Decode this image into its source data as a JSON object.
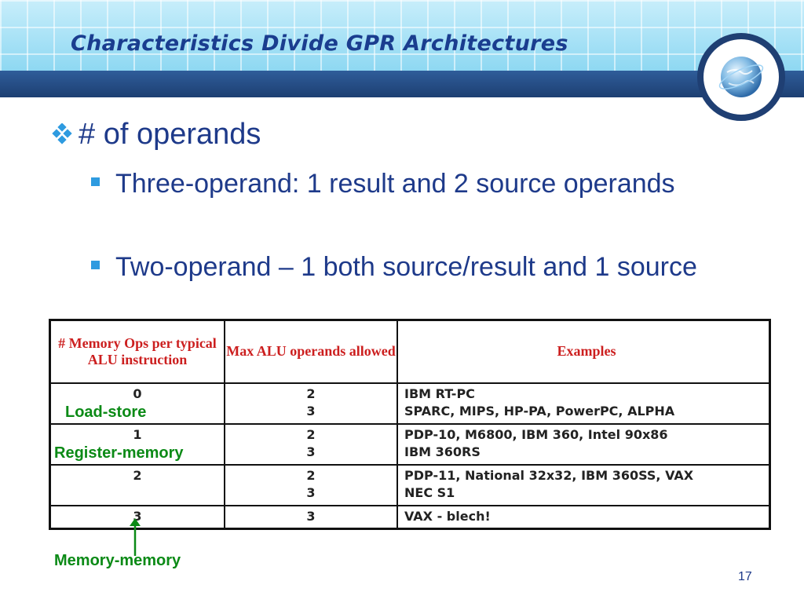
{
  "slide": {
    "title": "Characteristics Divide GPR Architectures",
    "number": "17"
  },
  "bullets": {
    "level1": "# of operands",
    "level2": [
      "Three-operand: 1 result and 2 source operands",
      "Two-operand – 1 both source/result and 1 source"
    ]
  },
  "table": {
    "headers": [
      "# Memory Ops per typical ALU instruction",
      "Max ALU operands allowed",
      "Examples"
    ],
    "rows": [
      {
        "mem_ops": "0",
        "alu_operands": [
          "2",
          "3"
        ],
        "examples": [
          "IBM RT-PC",
          "SPARC, MIPS, HP-PA, PowerPC, ALPHA"
        ]
      },
      {
        "mem_ops": "1",
        "alu_operands": [
          "2",
          "3"
        ],
        "examples": [
          "PDP-10, M6800, IBM 360, Intel 90x86",
          "IBM 360RS"
        ]
      },
      {
        "mem_ops": "2",
        "alu_operands": [
          "2",
          "3"
        ],
        "examples": [
          "PDP-11, National 32x32, IBM 360SS, VAX",
          "NEC S1"
        ]
      },
      {
        "mem_ops": "3",
        "alu_operands": [
          "3"
        ],
        "examples": [
          "VAX - blech!"
        ]
      }
    ]
  },
  "annotations": {
    "load_store": "Load-store",
    "register_memory": "Register-memory",
    "memory_memory": "Memory-memory"
  },
  "colors": {
    "title": "#1a3d8f",
    "body_text": "#1e3a8a",
    "table_header": "#cc1f1f",
    "annotation": "#0b8a16",
    "header_bar": "#1d3f72"
  }
}
